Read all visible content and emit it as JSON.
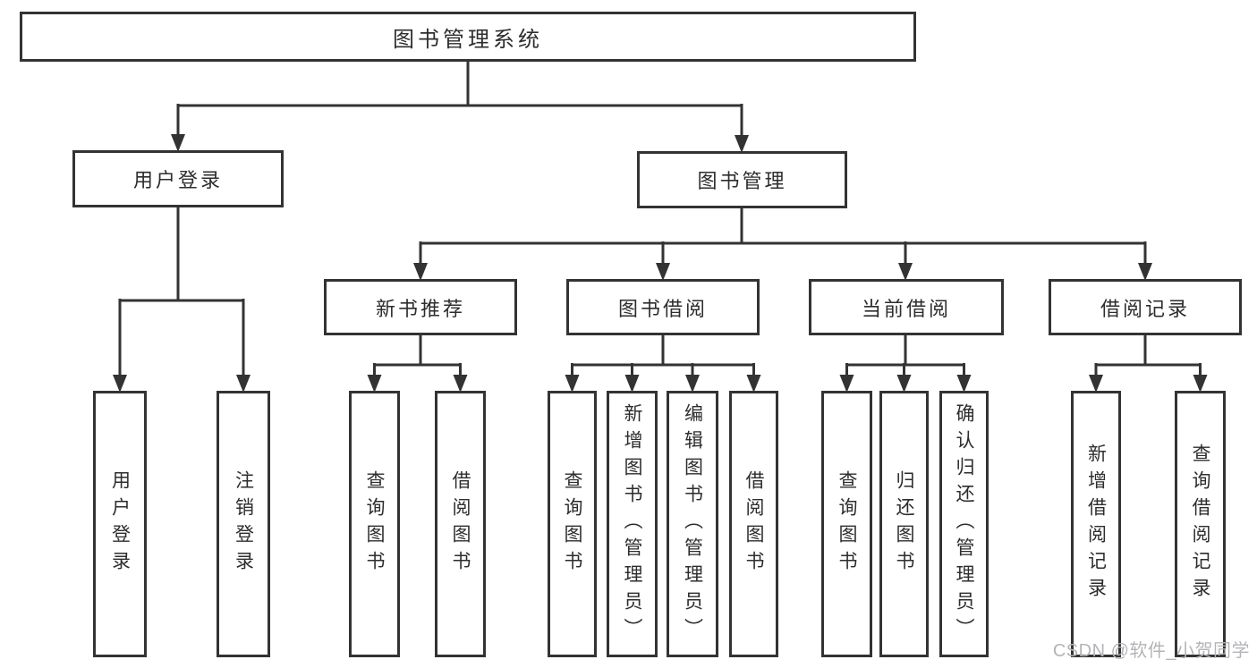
{
  "page": {
    "watermark": "CSDN @软件_小贺同学"
  },
  "colors": {
    "line": "#333333",
    "text": "#2d2d2d",
    "watermark": "#b4b4b8",
    "background": "#ffffff"
  },
  "tree": {
    "label": "图书管理系统",
    "children": [
      {
        "label": "用户登录",
        "children": [
          {
            "label": "用户登录"
          },
          {
            "label": "注销登录"
          }
        ]
      },
      {
        "label": "图书管理",
        "children": [
          {
            "label": "新书推荐",
            "children": [
              {
                "label": "查询图书"
              },
              {
                "label": "借阅图书"
              }
            ]
          },
          {
            "label": "图书借阅",
            "children": [
              {
                "label": "查询图书"
              },
              {
                "label": "新增图书（管理员）"
              },
              {
                "label": "编辑图书（管理员）"
              },
              {
                "label": "借阅图书"
              }
            ]
          },
          {
            "label": "当前借阅",
            "children": [
              {
                "label": "查询图书"
              },
              {
                "label": "归还图书"
              },
              {
                "label": "确认归还（管理员）"
              }
            ]
          },
          {
            "label": "借阅记录",
            "children": [
              {
                "label": "新增借阅记录"
              },
              {
                "label": "查询借阅记录"
              }
            ]
          }
        ]
      }
    ]
  }
}
